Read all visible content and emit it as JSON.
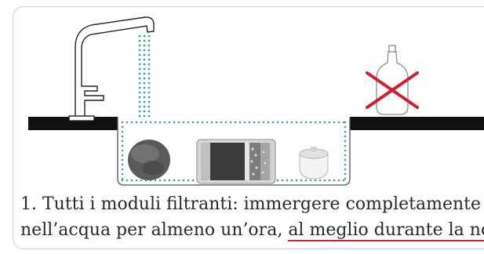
{
  "caption": {
    "number": "1.",
    "line1": "Tutti i moduli filtranti: immergere completamente",
    "line2_start": "nell’acqua per almeno un’ora, ",
    "line2_highlight": "al meglio durante la nott"
  },
  "icons": {
    "faucet": "faucet-icon",
    "water_stream": "water-stream-icon",
    "basin": "water-basin-icon",
    "filter_disc": "round-filter-disc-icon",
    "filter_cartridge": "filter-cartridge-icon",
    "filter_cap": "small-filter-cap-icon",
    "detergent_bottle": "detergent-bottle-icon",
    "prohibited_mark": "red-cross-icon"
  },
  "colors": {
    "water_dots": "#3aa7a8",
    "cross": "#d21f2f",
    "counter": "#111111",
    "text": "#2a2a2a"
  }
}
